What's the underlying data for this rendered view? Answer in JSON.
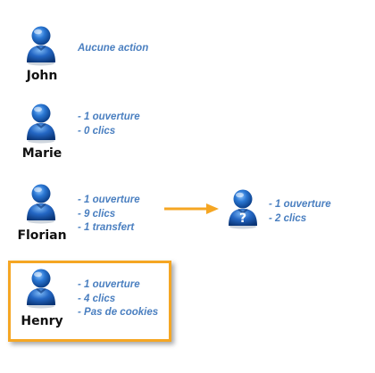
{
  "colors": {
    "accent_orange": "#f5a623",
    "stats_blue": "#4a7fc0",
    "avatar_blue": "#1f5fb0"
  },
  "people": [
    {
      "name": "John",
      "stats": [
        "Aucune action"
      ],
      "icon": "person-icon"
    },
    {
      "name": "Marie",
      "stats": [
        "- 1 ouverture",
        "- 0 clics"
      ],
      "icon": "person-icon"
    },
    {
      "name": "Florian",
      "stats": [
        "- 1 ouverture",
        "- 9 clics",
        "- 1 transfert"
      ],
      "icon": "person-icon"
    },
    {
      "name": "Henry",
      "stats": [
        "- 1 ouverture",
        "- 4 clics",
        "- Pas de cookies"
      ],
      "icon": "person-icon",
      "highlighted": true
    }
  ],
  "forwarded": {
    "icon": "unknown-person-icon",
    "symbol": "?",
    "stats": [
      "- 1 ouverture",
      "- 2 clics"
    ]
  }
}
